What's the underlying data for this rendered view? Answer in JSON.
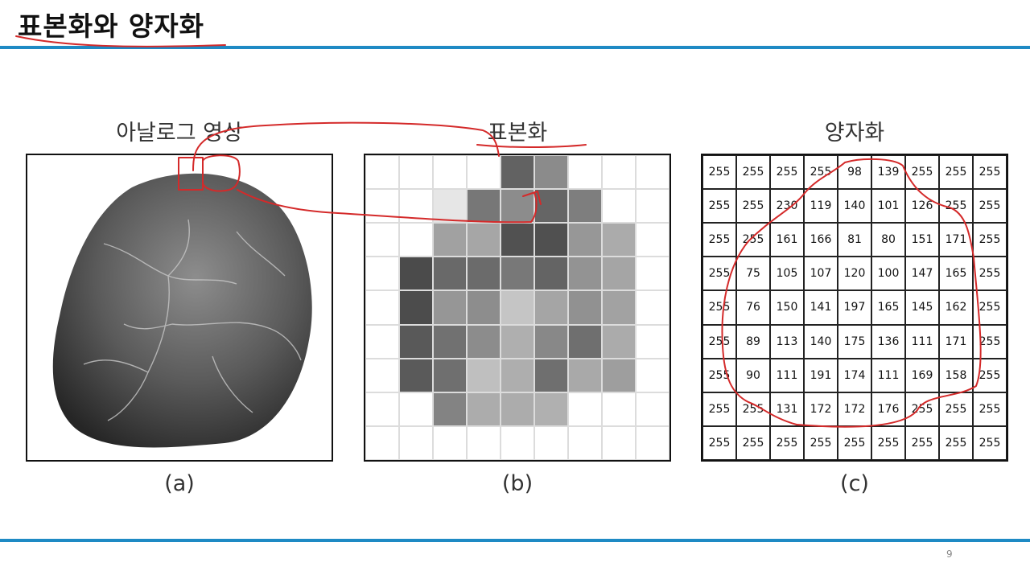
{
  "slide": {
    "title": "표본화와 양자화",
    "page_number": "9"
  },
  "panels": {
    "a": {
      "heading": "아날로그 영상",
      "caption": "(a)"
    },
    "b": {
      "heading": "표본화",
      "caption": "(b)"
    },
    "c": {
      "heading": "양자화",
      "caption": "(c)"
    }
  },
  "quantized_values": [
    [
      255,
      255,
      255,
      255,
      98,
      139,
      255,
      255,
      255
    ],
    [
      255,
      255,
      230,
      119,
      140,
      101,
      126,
      255,
      255
    ],
    [
      255,
      255,
      161,
      166,
      81,
      80,
      151,
      171,
      255
    ],
    [
      255,
      75,
      105,
      107,
      120,
      100,
      147,
      165,
      255
    ],
    [
      255,
      76,
      150,
      141,
      197,
      165,
      145,
      162,
      255
    ],
    [
      255,
      89,
      113,
      140,
      175,
      136,
      111,
      171,
      255
    ],
    [
      255,
      90,
      111,
      191,
      174,
      111,
      169,
      158,
      255
    ],
    [
      255,
      255,
      131,
      172,
      172,
      176,
      255,
      255,
      255
    ],
    [
      255,
      255,
      255,
      255,
      255,
      255,
      255,
      255,
      255
    ]
  ],
  "annotation_color": "#d42a2a",
  "accent_color": "#1e8ac4"
}
